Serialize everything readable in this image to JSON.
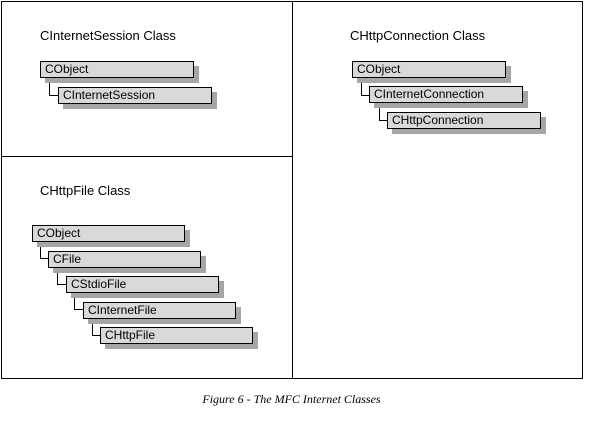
{
  "panels": {
    "internet_session": {
      "title": "CInternetSession Class",
      "classes": [
        "CObject",
        "CInternetSession"
      ]
    },
    "http_connection": {
      "title": "CHttpConnection Class",
      "classes": [
        "CObject",
        "CInternetConnection",
        "CHttpConnection"
      ]
    },
    "http_file": {
      "title": "CHttpFile Class",
      "classes": [
        "CObject",
        "CFile",
        "CStdioFile",
        "CInternetFile",
        "CHttpFile"
      ]
    }
  },
  "caption": "Figure 6 - The MFC Internet Classes",
  "colors": {
    "box_fill": "#d9d9d9",
    "box_shadow": "#a6a6a6",
    "lines": "#000000"
  }
}
